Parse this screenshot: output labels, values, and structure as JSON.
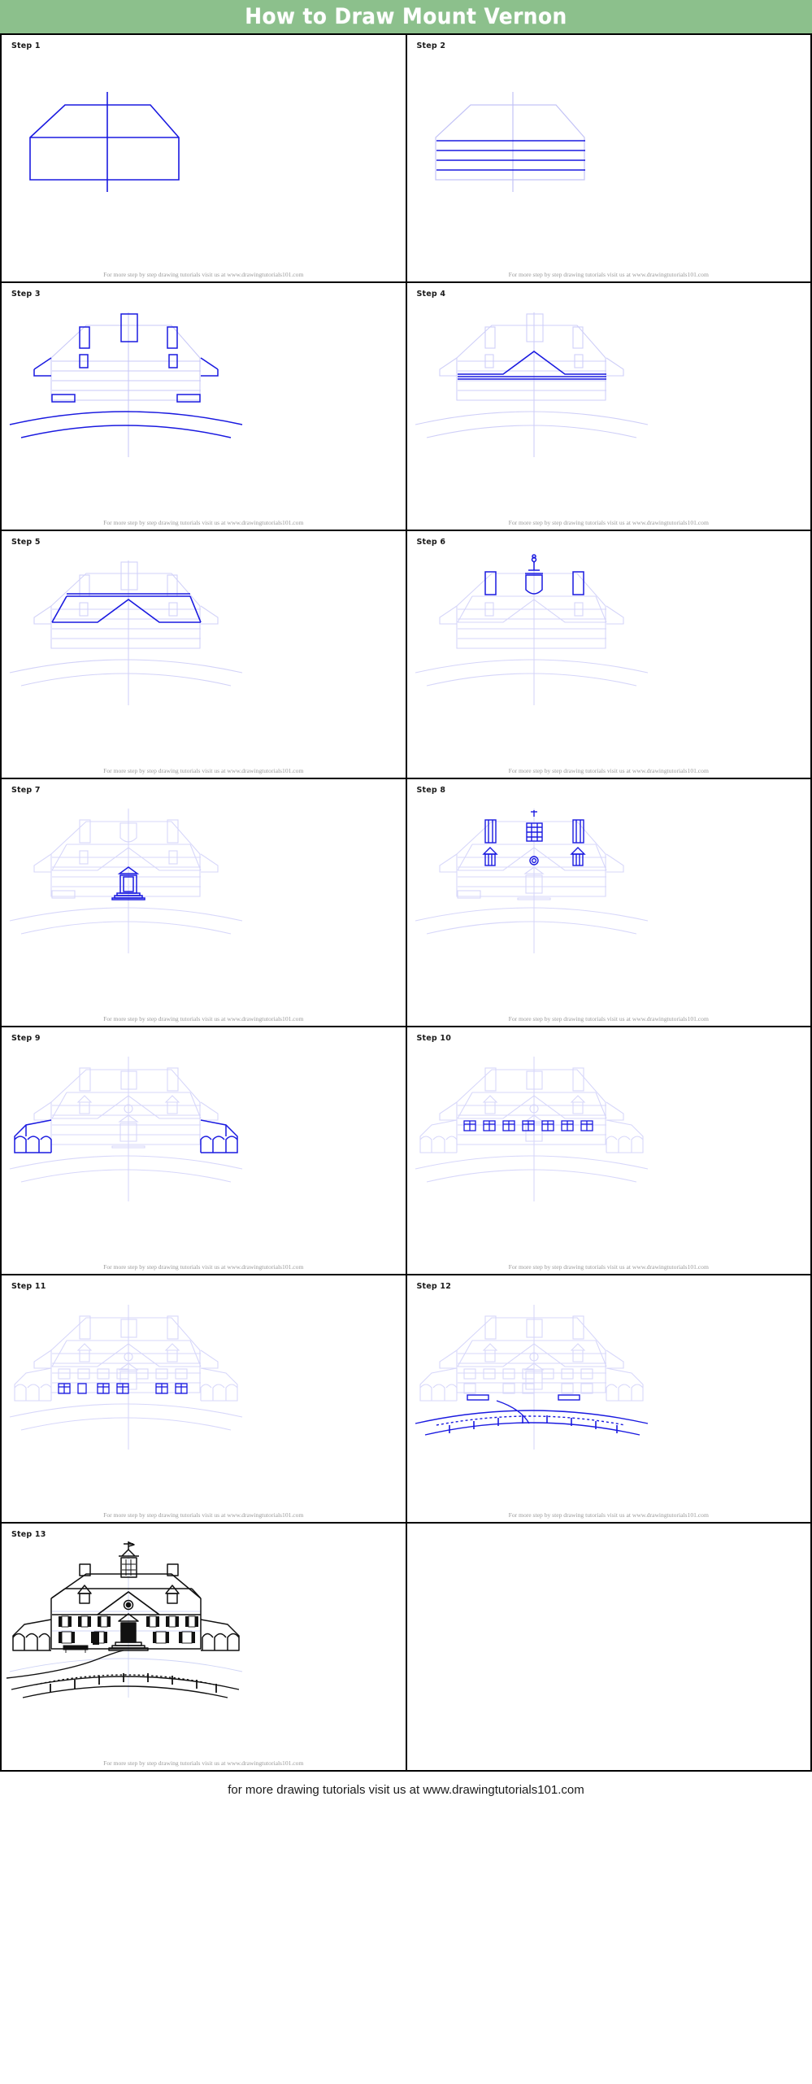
{
  "header": {
    "title": "How to Draw Mount Vernon",
    "banner_color": "#8cc08c",
    "title_color": "#ffffff"
  },
  "cell_credit": "For more step by step drawing tutorials visit us at www.drawingtutorials101.com",
  "footer": {
    "text": "for more drawing tutorials visit us at www.drawingtutorials101.com"
  },
  "ink_colors": {
    "new_stroke": "#1a1ae0",
    "ghost_stroke": "#9b9bf0",
    "final_stroke": "#111111"
  },
  "steps": [
    {
      "label": "Step 1",
      "subject": "main-body-outline"
    },
    {
      "label": "Step 2",
      "subject": "horizontal-floor-lines"
    },
    {
      "label": "Step 3",
      "subject": "roof-dormers-and-ground-arcs"
    },
    {
      "label": "Step 4",
      "subject": "portico-pediment-block"
    },
    {
      "label": "Step 5",
      "subject": "central-pediment-roof"
    },
    {
      "label": "Step 6",
      "subject": "cupola-and-chimneys"
    },
    {
      "label": "Step 7",
      "subject": "front-doorway"
    },
    {
      "label": "Step 8",
      "subject": "cupola-detail-dormers-window"
    },
    {
      "label": "Step 9",
      "subject": "side-colonnades"
    },
    {
      "label": "Step 10",
      "subject": "upper-floor-windows"
    },
    {
      "label": "Step 11",
      "subject": "lower-floor-windows"
    },
    {
      "label": "Step 12",
      "subject": "lawn-fence-and-path"
    },
    {
      "label": "Step 13",
      "subject": "final-inked-drawing"
    }
  ]
}
